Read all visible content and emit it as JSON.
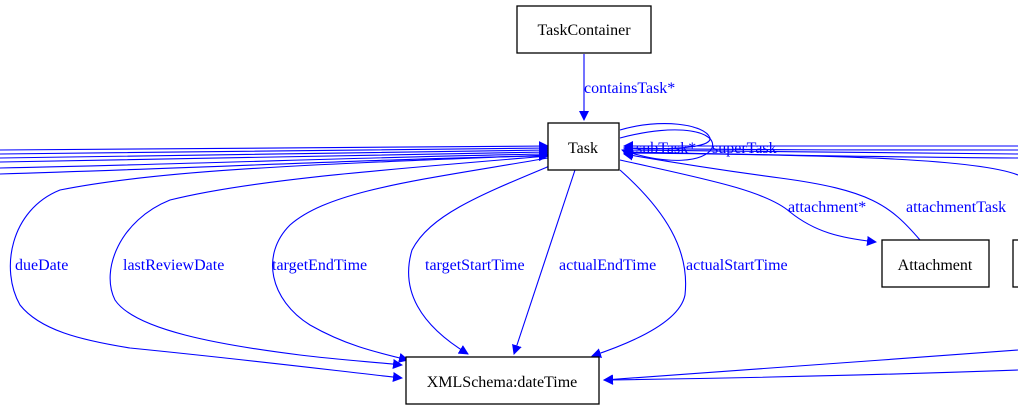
{
  "colors": {
    "edge": "#0000ff",
    "node_border": "#000000",
    "background": "#ffffff",
    "text": "#000000"
  },
  "nodes": {
    "task_container": "TaskContainer",
    "task": "Task",
    "attachment": "Attachment",
    "datetime": "XMLSchema:dateTime"
  },
  "edges": {
    "contains_task": "containsTask*",
    "sub_task": "subTask*",
    "super_task": "superTask",
    "attachment": "attachment*",
    "attachment_task": "attachmentTask",
    "due_date": "dueDate",
    "last_review_date": "lastReviewDate",
    "target_end_time": "targetEndTime",
    "target_start_time": "targetStartTime",
    "actual_end_time": "actualEndTime",
    "actual_start_time": "actualStartTime"
  }
}
